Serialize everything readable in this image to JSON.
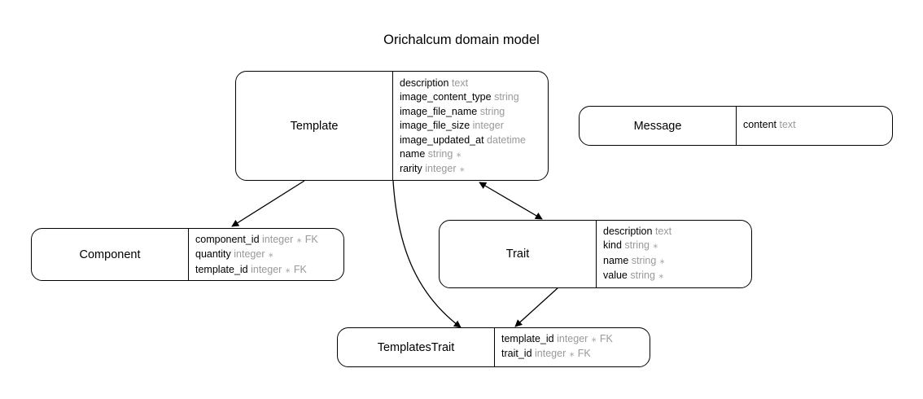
{
  "title": "Orichalcum domain model",
  "entities": [
    {
      "key": "template",
      "name": "Template",
      "attributes": [
        {
          "name": "description",
          "type": "text",
          "mark": "",
          "fk": ""
        },
        {
          "name": "image_content_type",
          "type": "string",
          "mark": "",
          "fk": ""
        },
        {
          "name": "image_file_name",
          "type": "string",
          "mark": "",
          "fk": ""
        },
        {
          "name": "image_file_size",
          "type": "integer",
          "mark": "",
          "fk": ""
        },
        {
          "name": "image_updated_at",
          "type": "datetime",
          "mark": "",
          "fk": ""
        },
        {
          "name": "name",
          "type": "string",
          "mark": "∗",
          "fk": ""
        },
        {
          "name": "rarity",
          "type": "integer",
          "mark": "∗",
          "fk": ""
        }
      ]
    },
    {
      "key": "message",
      "name": "Message",
      "attributes": [
        {
          "name": "content",
          "type": "text",
          "mark": "",
          "fk": ""
        }
      ]
    },
    {
      "key": "component",
      "name": "Component",
      "attributes": [
        {
          "name": "component_id",
          "type": "integer",
          "mark": "∗",
          "fk": "FK"
        },
        {
          "name": "quantity",
          "type": "integer",
          "mark": "∗",
          "fk": ""
        },
        {
          "name": "template_id",
          "type": "integer",
          "mark": "∗",
          "fk": "FK"
        }
      ]
    },
    {
      "key": "trait",
      "name": "Trait",
      "attributes": [
        {
          "name": "description",
          "type": "text",
          "mark": "",
          "fk": ""
        },
        {
          "name": "kind",
          "type": "string",
          "mark": "∗",
          "fk": ""
        },
        {
          "name": "name",
          "type": "string",
          "mark": "∗",
          "fk": ""
        },
        {
          "name": "value",
          "type": "string",
          "mark": "∗",
          "fk": ""
        }
      ]
    },
    {
      "key": "templates_trait",
      "name": "TemplatesTrait",
      "attributes": [
        {
          "name": "template_id",
          "type": "integer",
          "mark": "∗",
          "fk": "FK"
        },
        {
          "name": "trait_id",
          "type": "integer",
          "mark": "∗",
          "fk": "FK"
        }
      ]
    }
  ]
}
